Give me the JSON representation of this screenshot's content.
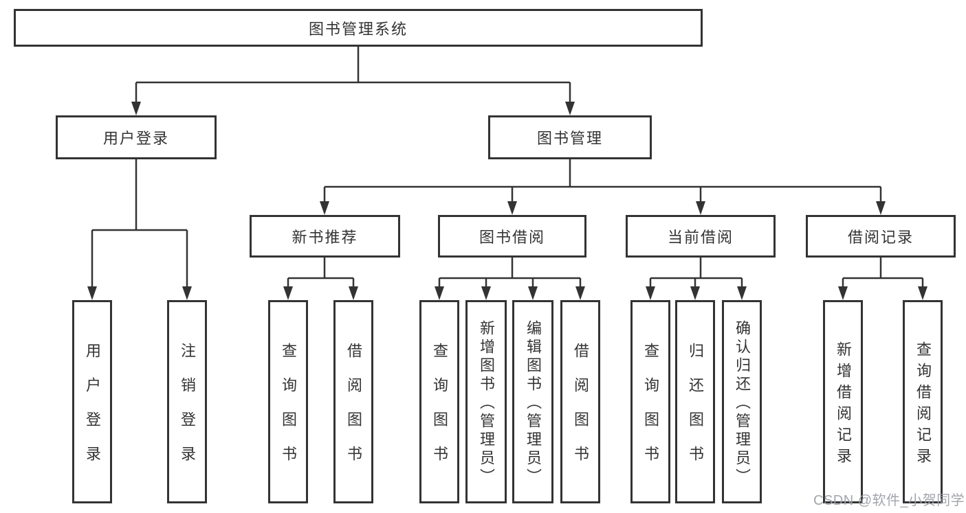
{
  "diagram": {
    "root_label": "图书管理系统",
    "user_login_branch": {
      "label": "用户登录",
      "children": [
        "用户登录",
        "注销登录"
      ]
    },
    "book_mgmt_branch": {
      "label": "图书管理",
      "groups": [
        {
          "label": "新书推荐",
          "children": [
            "查询图书",
            "借阅图书"
          ]
        },
        {
          "label": "图书借阅",
          "children": [
            "查询图书",
            "新增图书（管理员）",
            "编辑图书（管理员）",
            "借阅图书"
          ]
        },
        {
          "label": "当前借阅",
          "children": [
            "查询图书",
            "归还图书",
            "确认归还（管理员）"
          ]
        },
        {
          "label": "借阅记录",
          "children": [
            "新增借阅记录",
            "查询借阅记录"
          ]
        }
      ]
    },
    "line_color": "#333333",
    "box_border_color": "#333333",
    "text_color": "#333333",
    "background_color": "#ffffff"
  },
  "watermark": {
    "text": "CSDN @软件_小贺同学"
  }
}
